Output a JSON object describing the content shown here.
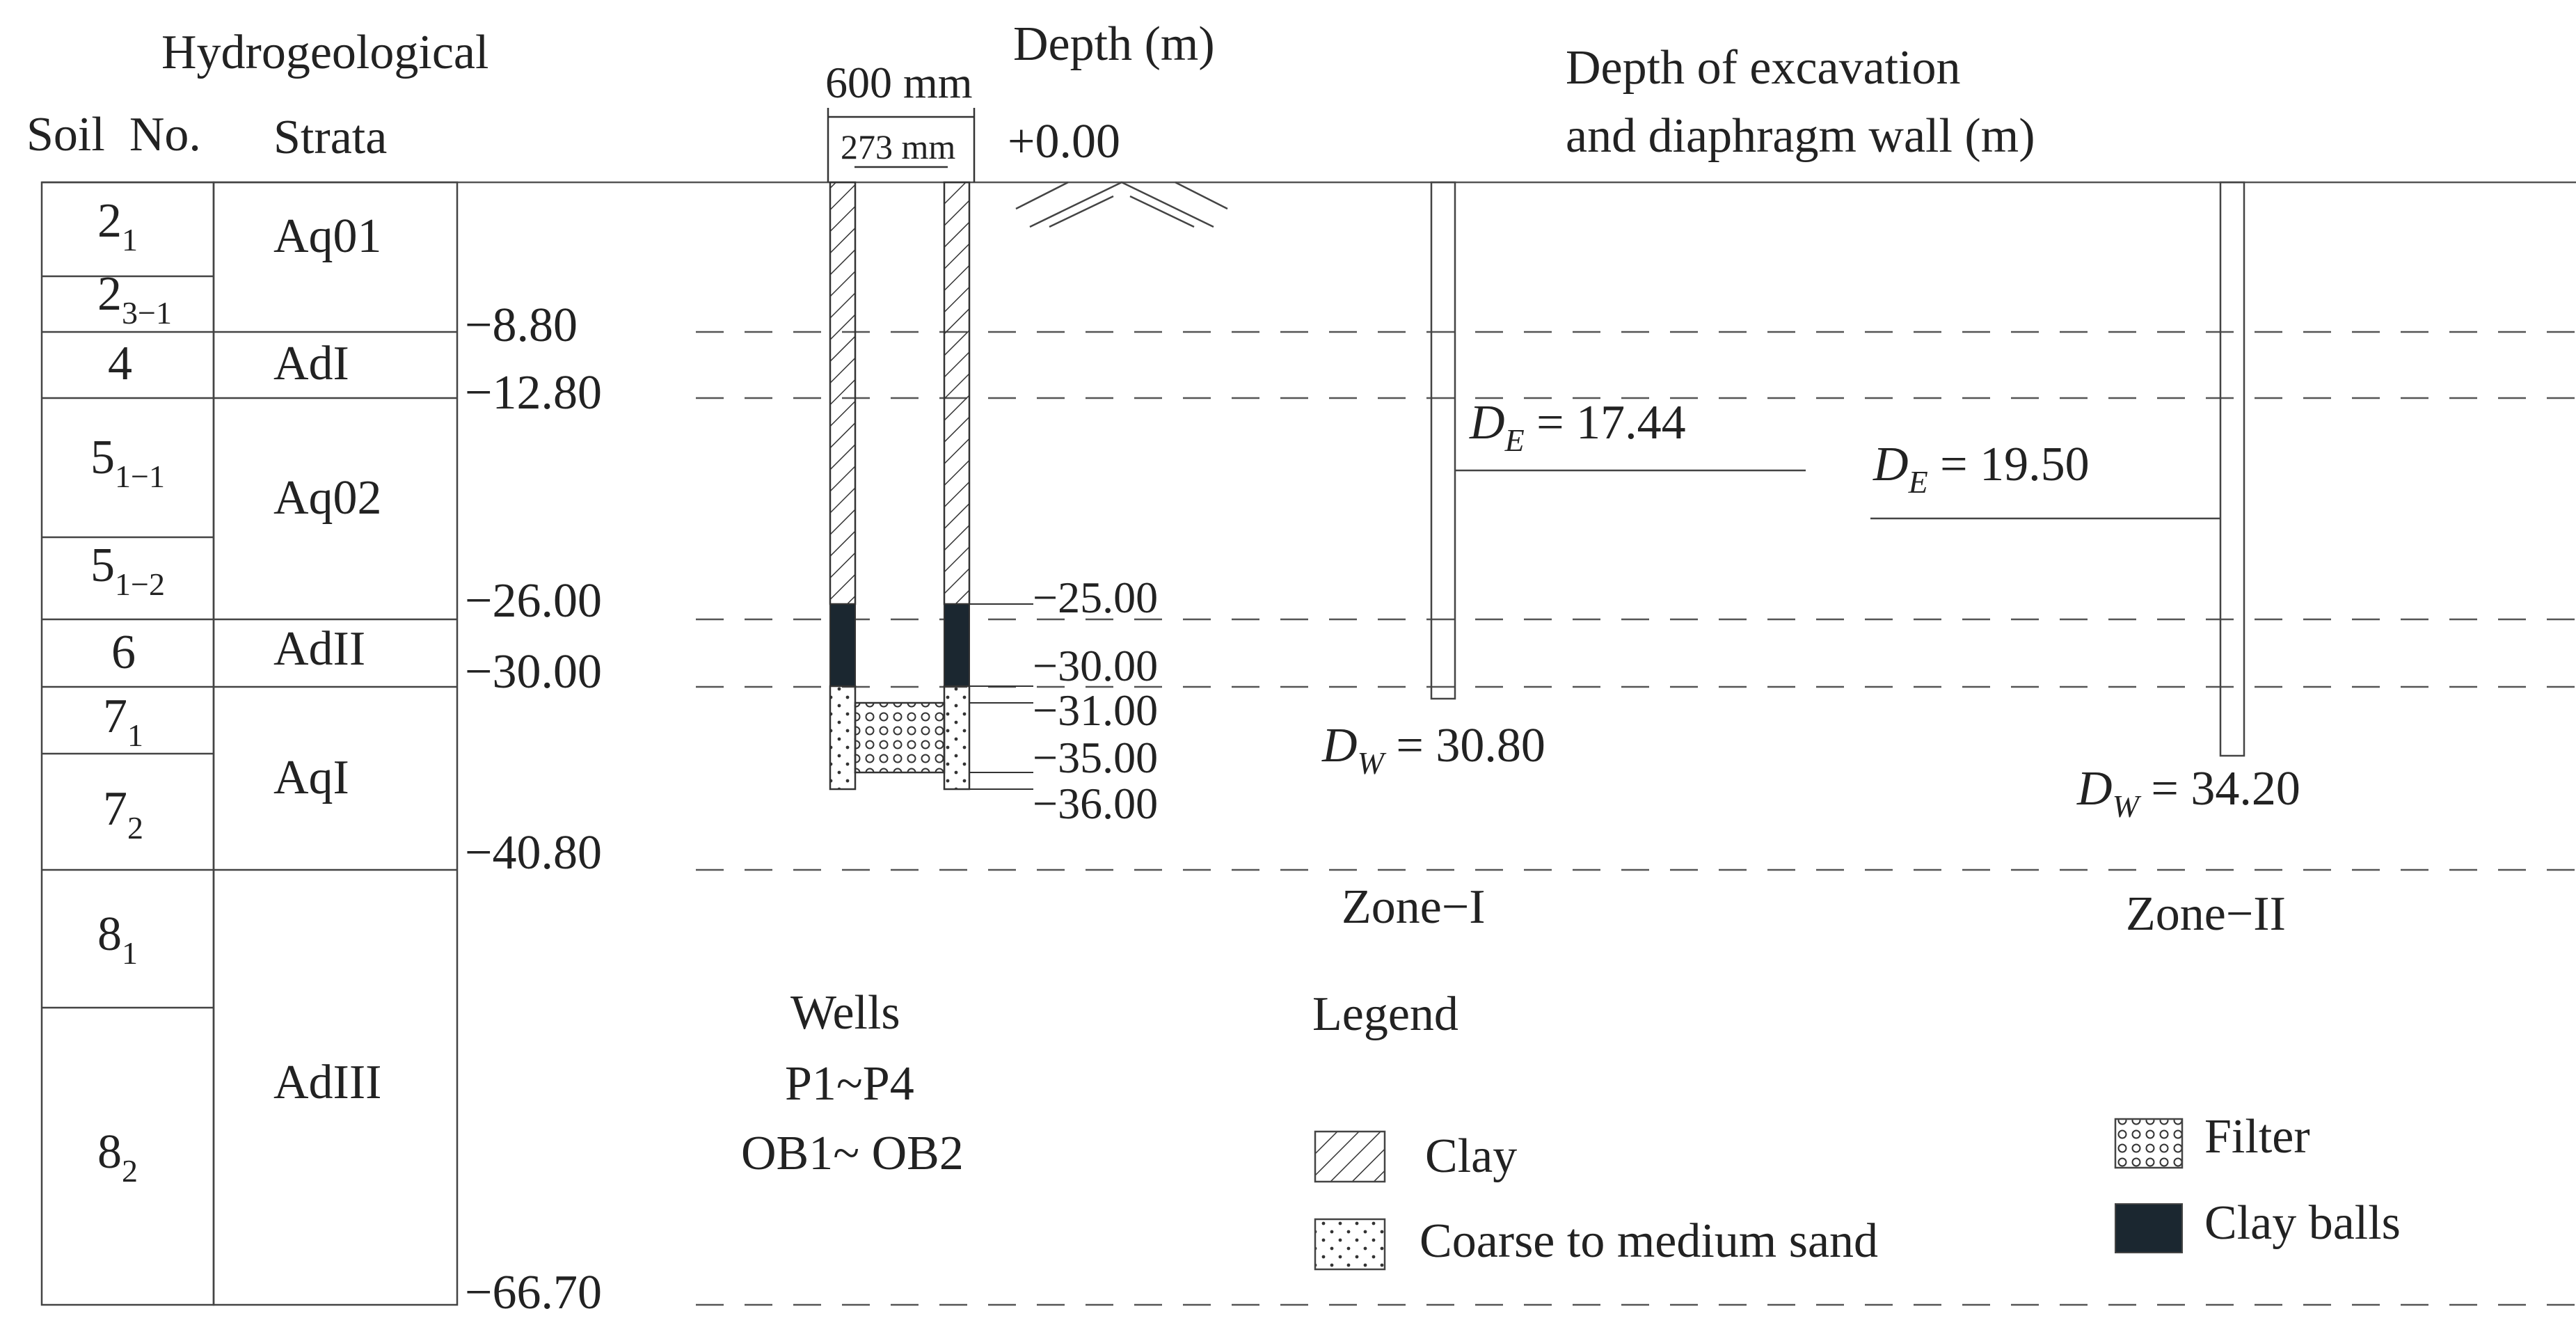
{
  "headers": {
    "soil_no": "Soil  No.",
    "hydro_line1": "Hydrogeological",
    "hydro_line2": "Strata",
    "depth": "Depth (m)",
    "excavation_line1": "Depth of excavation",
    "excavation_line2": "and diaphragm wall (m)"
  },
  "soils": [
    {
      "main": "2",
      "sub": "1"
    },
    {
      "main": "2",
      "sub": "3−1"
    },
    {
      "main": "4",
      "sub": ""
    },
    {
      "main": "5",
      "sub": "1−1"
    },
    {
      "main": "5",
      "sub": "1−2"
    },
    {
      "main": "6",
      "sub": ""
    },
    {
      "main": "7",
      "sub": "1"
    },
    {
      "main": "7",
      "sub": "2"
    },
    {
      "main": "8",
      "sub": "1"
    },
    {
      "main": "8",
      "sub": "2"
    }
  ],
  "strata": [
    "Aq01",
    "AdI",
    "Aq02",
    "AdII",
    "AqI",
    "AdIII"
  ],
  "depth_marks": [
    "−8.80",
    "−12.80",
    "−26.00",
    "−30.00",
    "−40.80",
    "−66.70"
  ],
  "well": {
    "outer_dia": "600 mm",
    "inner_dia": "273 mm",
    "ground": "+0.00",
    "depths": [
      "−25.00",
      "−30.00",
      "−31.00",
      "−35.00",
      "−36.00"
    ],
    "caption": [
      "Wells",
      "P1~P4",
      "OB1~ OB2"
    ]
  },
  "zones": [
    {
      "label": "Zone−I",
      "de_sym": "D",
      "de_sub": "E",
      "de_val": " = 17.44",
      "dw_sym": "D",
      "dw_sub": "W",
      "dw_val": " = 30.80"
    },
    {
      "label": "Zone−II",
      "de_sym": "D",
      "de_sub": "E",
      "de_val": " = 19.50",
      "dw_sym": "D",
      "dw_sub": "W",
      "dw_val": " = 34.20"
    }
  ],
  "legend": {
    "title": "Legend",
    "items": [
      "Clay",
      "Coarse to medium sand",
      "Filter",
      "Clay balls"
    ]
  }
}
